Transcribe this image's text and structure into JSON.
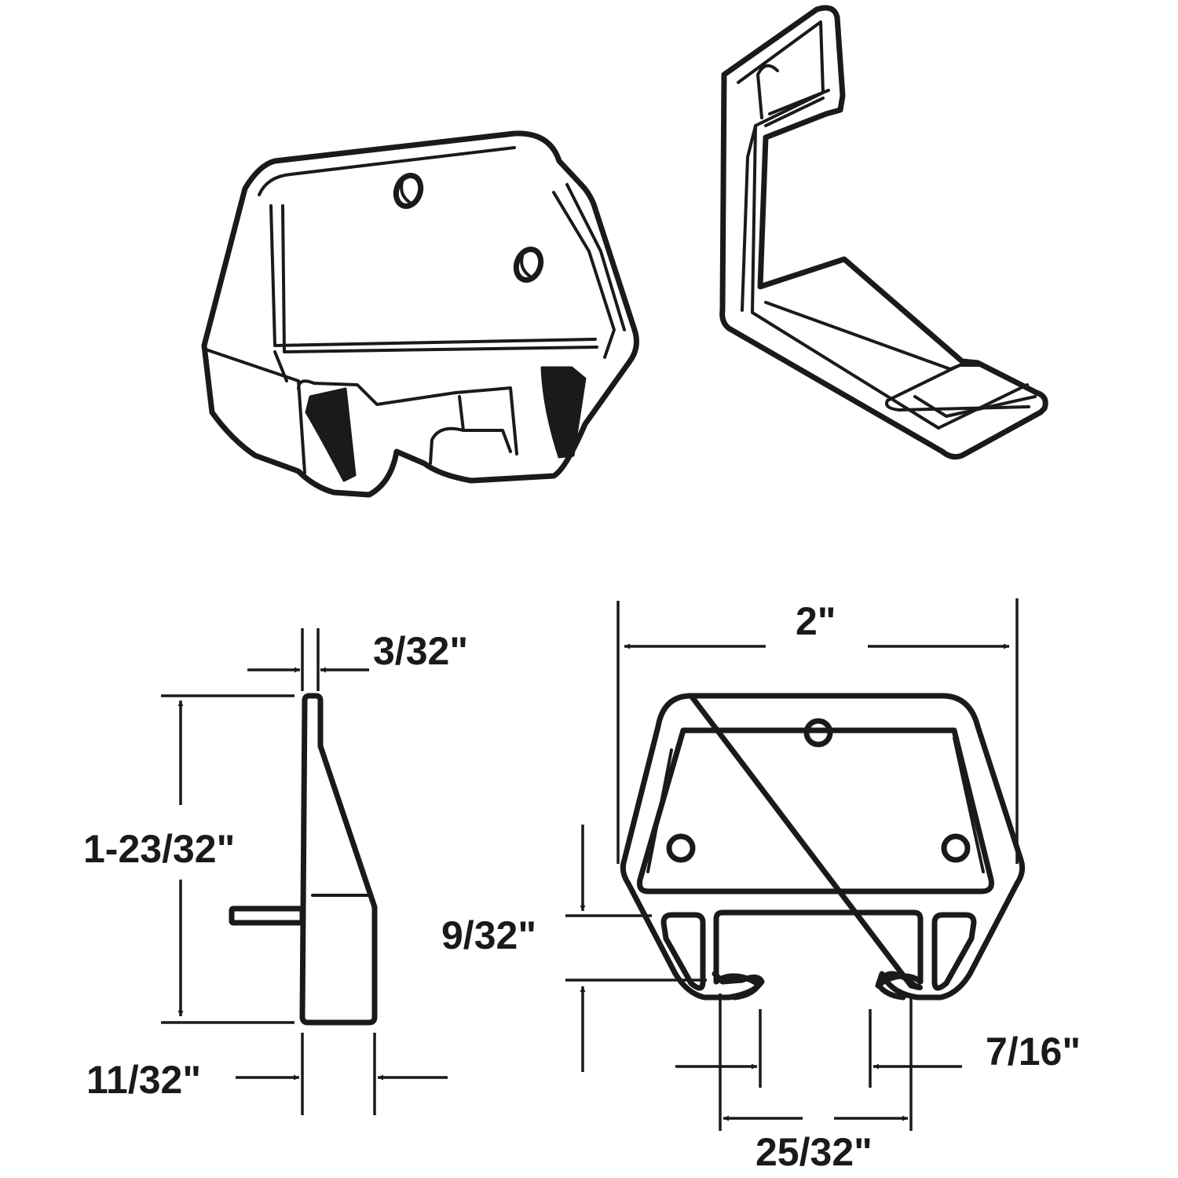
{
  "dimensions": {
    "tab_thickness": "3/32\"",
    "height": "1-23/32\"",
    "depth": "11/32\"",
    "overall_width": "2\"",
    "lip_height": "9/32\"",
    "lip_width": "7/16\"",
    "track_opening": "25/32\""
  },
  "colors": {
    "line": "#1a1a1a",
    "background": "#ffffff"
  }
}
